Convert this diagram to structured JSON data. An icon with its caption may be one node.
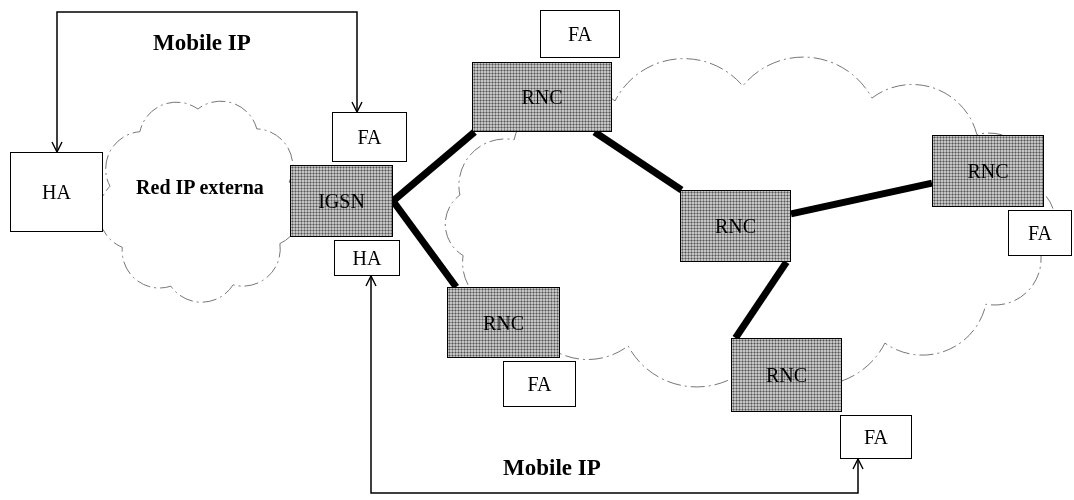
{
  "diagram": {
    "nodes": [
      {
        "text": [
          "FA"
        ]
      },
      {
        "text": [
          "RNC"
        ]
      },
      {
        "text": [
          "FA"
        ]
      },
      {
        "text": [
          "HA"
        ]
      },
      {
        "text": [
          "Red IP externa"
        ]
      },
      {
        "text": [
          "IGSN"
        ]
      },
      {
        "text": [
          "RNC"
        ]
      },
      {
        "text": [
          "RNC"
        ]
      },
      {
        "text": [
          "FA"
        ]
      },
      {
        "text": [
          "HA"
        ]
      },
      {
        "text": [
          "RNC"
        ]
      },
      {
        "text": [
          "FA"
        ]
      },
      {
        "text": [
          "RNC"
        ]
      },
      {
        "text": [
          "FA"
        ]
      }
    ],
    "edges": [
      {
        "from": 3,
        "to": 2,
        "arrow": "both",
        "label": "Mobile IP"
      },
      {
        "from": 9,
        "to": 13,
        "arrow": "both",
        "label": "Mobile IP"
      },
      {
        "from": 5,
        "to": 1,
        "arrow": "none"
      },
      {
        "from": 5,
        "to": 10,
        "arrow": "none"
      },
      {
        "from": 1,
        "to": 7,
        "arrow": "none"
      },
      {
        "from": 7,
        "to": 6,
        "arrow": "none"
      },
      {
        "from": 7,
        "to": 12,
        "arrow": "none"
      }
    ]
  }
}
